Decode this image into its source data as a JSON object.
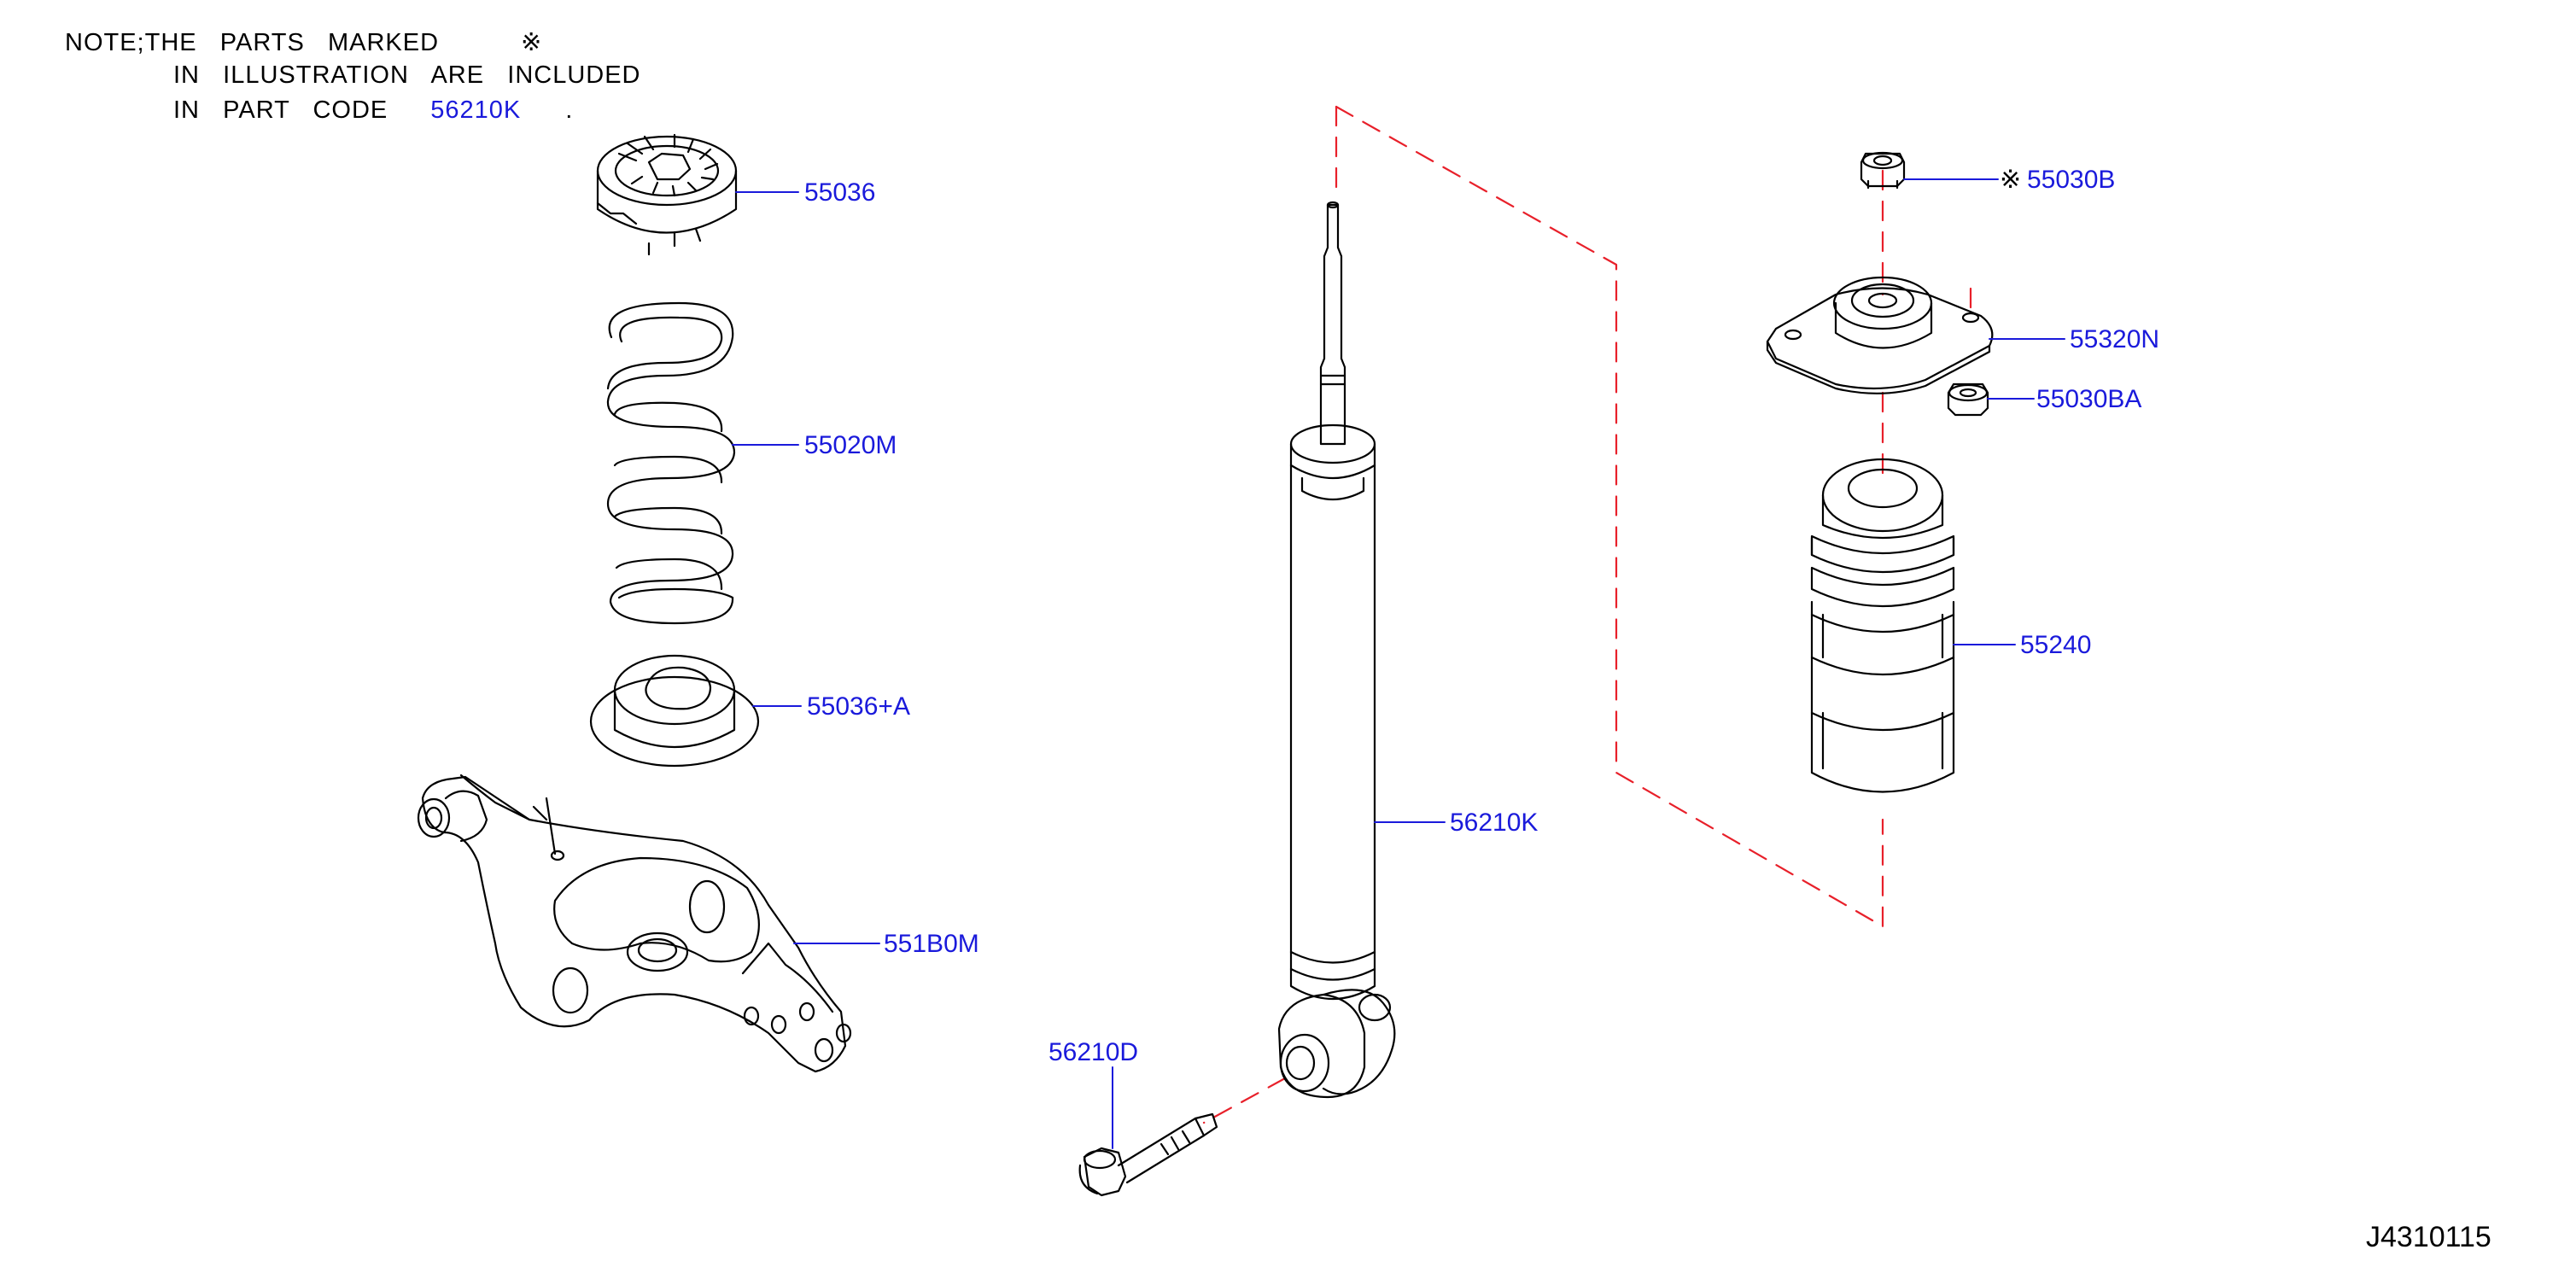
{
  "note": {
    "line1_prefix": "NOTE;THE   PARTS   MARKED",
    "mark_symbol": "※",
    "line2": "IN   ILLUSTRATION   ARE   INCLUDED",
    "line3_prefix": "IN   PART   CODE",
    "line3_code": "56210K",
    "line3_suffix": "."
  },
  "parts": {
    "p55036": "55036",
    "p55020M": "55020M",
    "p55036A": "55036+A",
    "p551B0M": "551B0M",
    "p56210D": "56210D",
    "p56210K": "56210K",
    "p55030B_mark": "※",
    "p55030B": "55030B",
    "p55320N": "55320N",
    "p55030BA": "55030BA",
    "p55240": "55240"
  },
  "diagram_code": "J4310115",
  "colors": {
    "label": "#1a1adb",
    "leader": "#1a1adb",
    "dash": "#e8202a",
    "outline": "#000000"
  }
}
